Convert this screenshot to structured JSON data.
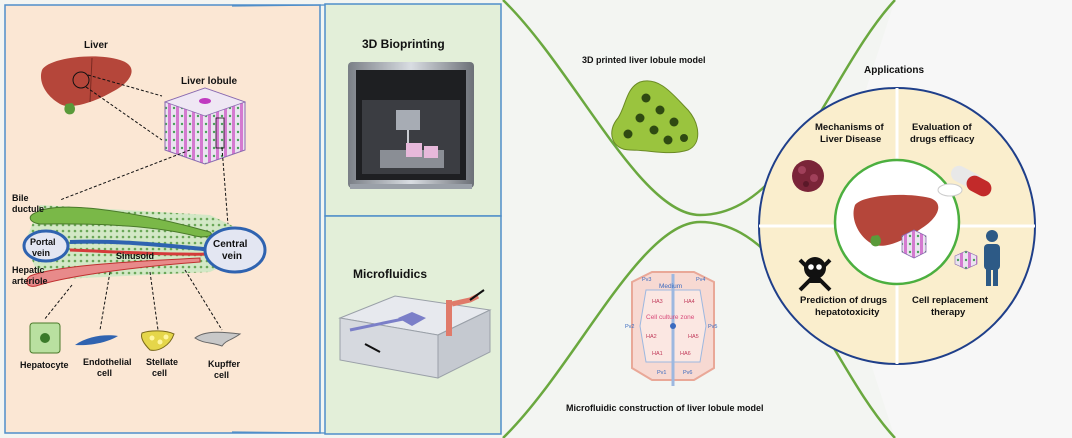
{
  "left_panel": {
    "liver": "Liver",
    "liver_lobule": "Liver lobule",
    "bile_ductule_1": "Bile",
    "bile_ductule_2": "ductule",
    "portal_vein_1": "Portal",
    "portal_vein_2": "vein",
    "sinusoid": "Sinusoid",
    "central_vein_1": "Central",
    "central_vein_2": "vein",
    "hepatic_arteriole_1": "Hepatic",
    "hepatic_arteriole_2": "arteriole",
    "cells": {
      "hepatocyte": "Hepatocyte",
      "endothelial_1": "Endothelial",
      "endothelial_2": "cell",
      "stellate_1": "Stellate",
      "stellate_2": "cell",
      "kupffer_1": "Kupffer",
      "kupffer_2": "cell"
    }
  },
  "middle_panel": {
    "bioprinting_title": "3D Bioprinting",
    "microfluidics_title": "Microfluidics"
  },
  "center_panel": {
    "printed_model_caption": "3D printed liver lobule model",
    "microfluidic_caption": "Microfluidic construction of liver lobule model",
    "chip": {
      "medium": "Medium",
      "zone": "Cell culture zone",
      "pv1": "Pv1",
      "pv2": "Pv2",
      "pv3": "Pv3",
      "pv4": "Pv4",
      "pv5": "Pv5",
      "pv6": "Pv6",
      "ha1": "HA1",
      "ha2": "HA2",
      "ha3": "HA3",
      "ha4": "HA4",
      "ha5": "HA5",
      "ha6": "HA6"
    }
  },
  "applications": {
    "title": "Applications",
    "q1_line1": "Mechanisms of",
    "q1_line2": "Liver Disease",
    "q2_line1": "Evaluation of",
    "q2_line2": "drugs efficacy",
    "q3_line1": "Prediction of drugs",
    "q3_line2": "hepatotoxicity",
    "q4_line1": "Cell replacement",
    "q4_line2": "therapy"
  },
  "colors": {
    "left_bg": "#fbe7d4",
    "frame_blue": "#4f8ec9",
    "mid_bg": "#e3efd9",
    "curve_green": "#6aa83f",
    "app_bg": "#f7f7f7",
    "quadrant_fill": "#faeecd",
    "inner_circle_green": "#4caf3f",
    "liver_red": "#b5463a",
    "vein_blue": "#2f63b0"
  }
}
